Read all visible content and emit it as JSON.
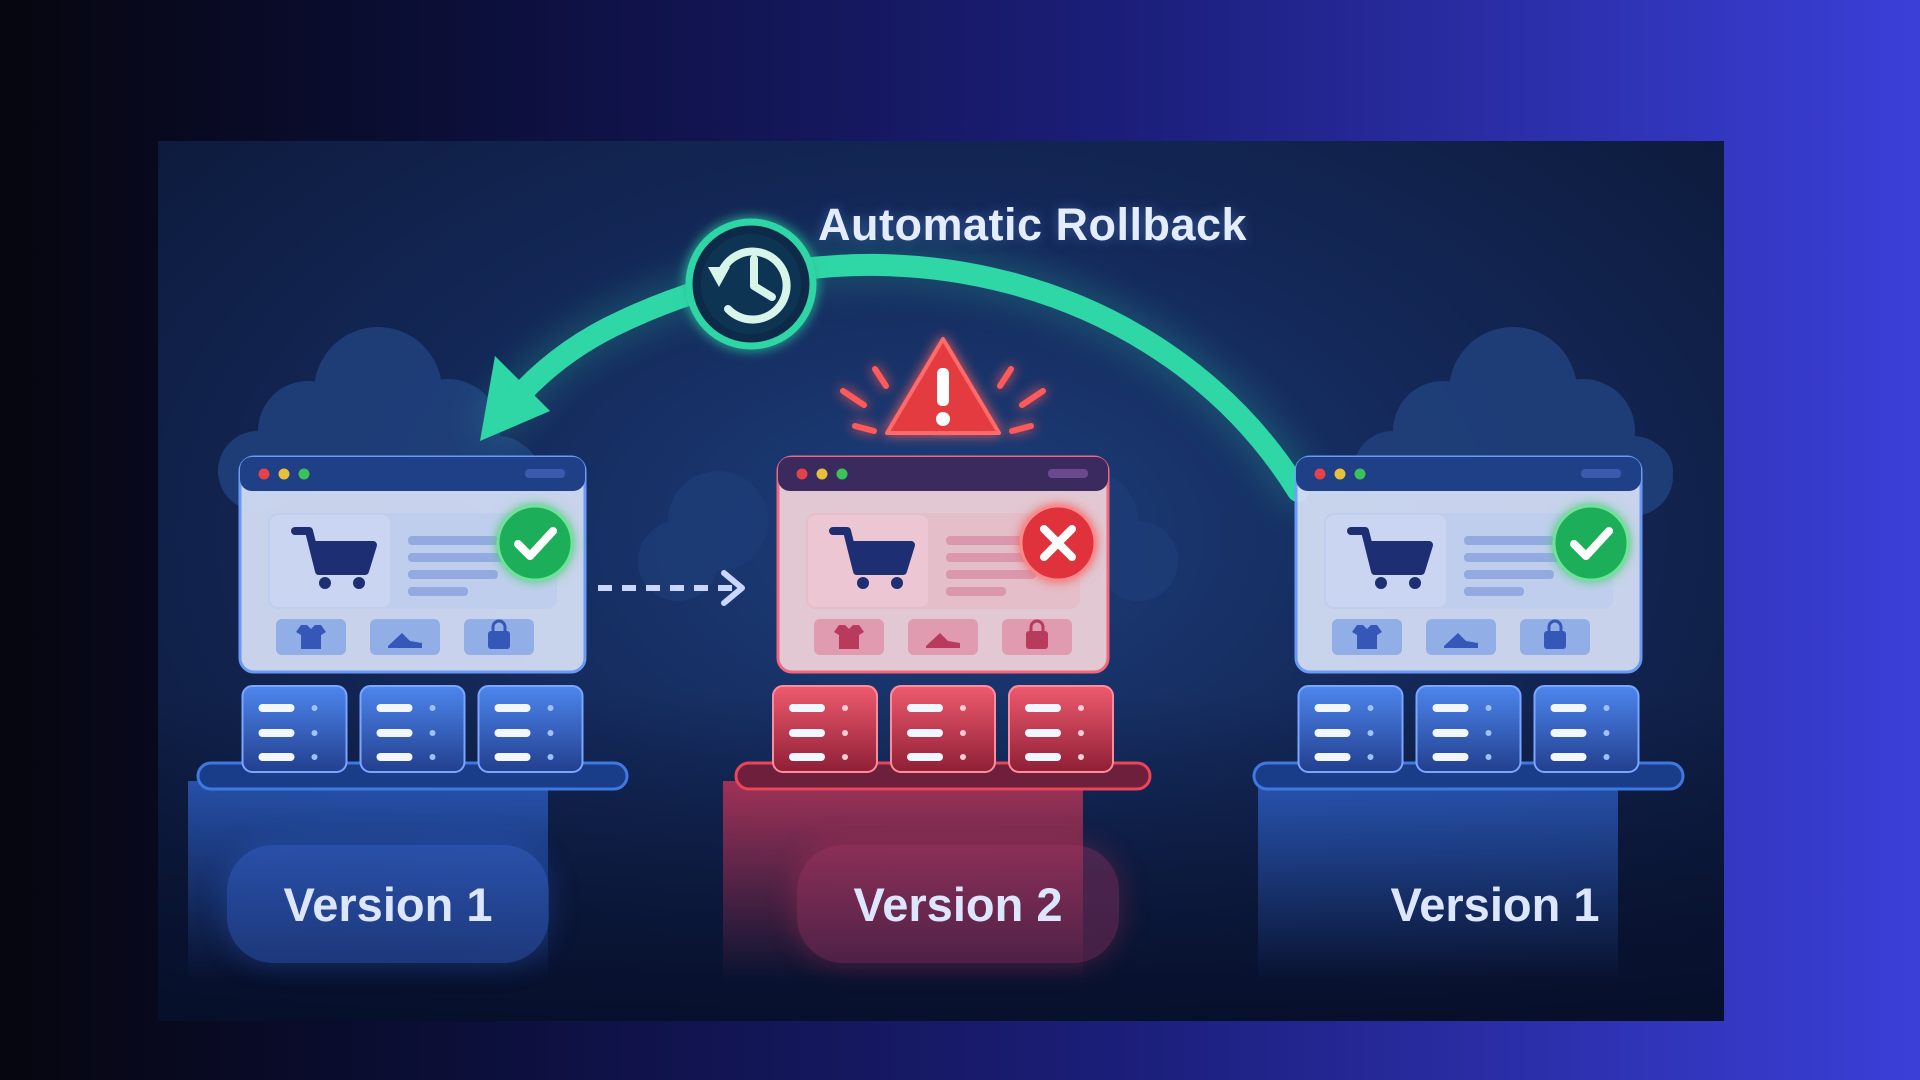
{
  "title": "Automatic Rollback",
  "stages": [
    {
      "label": "Version 1",
      "status": "success",
      "status_icon": "checkmark-icon"
    },
    {
      "label": "Version 2",
      "status": "error",
      "status_icon": "x-icon"
    },
    {
      "label": "Version 1",
      "status": "success",
      "status_icon": "checkmark-icon"
    }
  ],
  "icons": {
    "rollback": "history-clock-icon",
    "warning": "warning-triangle-icon",
    "cart": "shopping-cart-icon"
  },
  "colors": {
    "rollback_arrow": "#2fd6a6",
    "success": "#1fae58",
    "error": "#e0323e",
    "healthy_server": "#3f78e0",
    "failed_server": "#e8445a"
  }
}
